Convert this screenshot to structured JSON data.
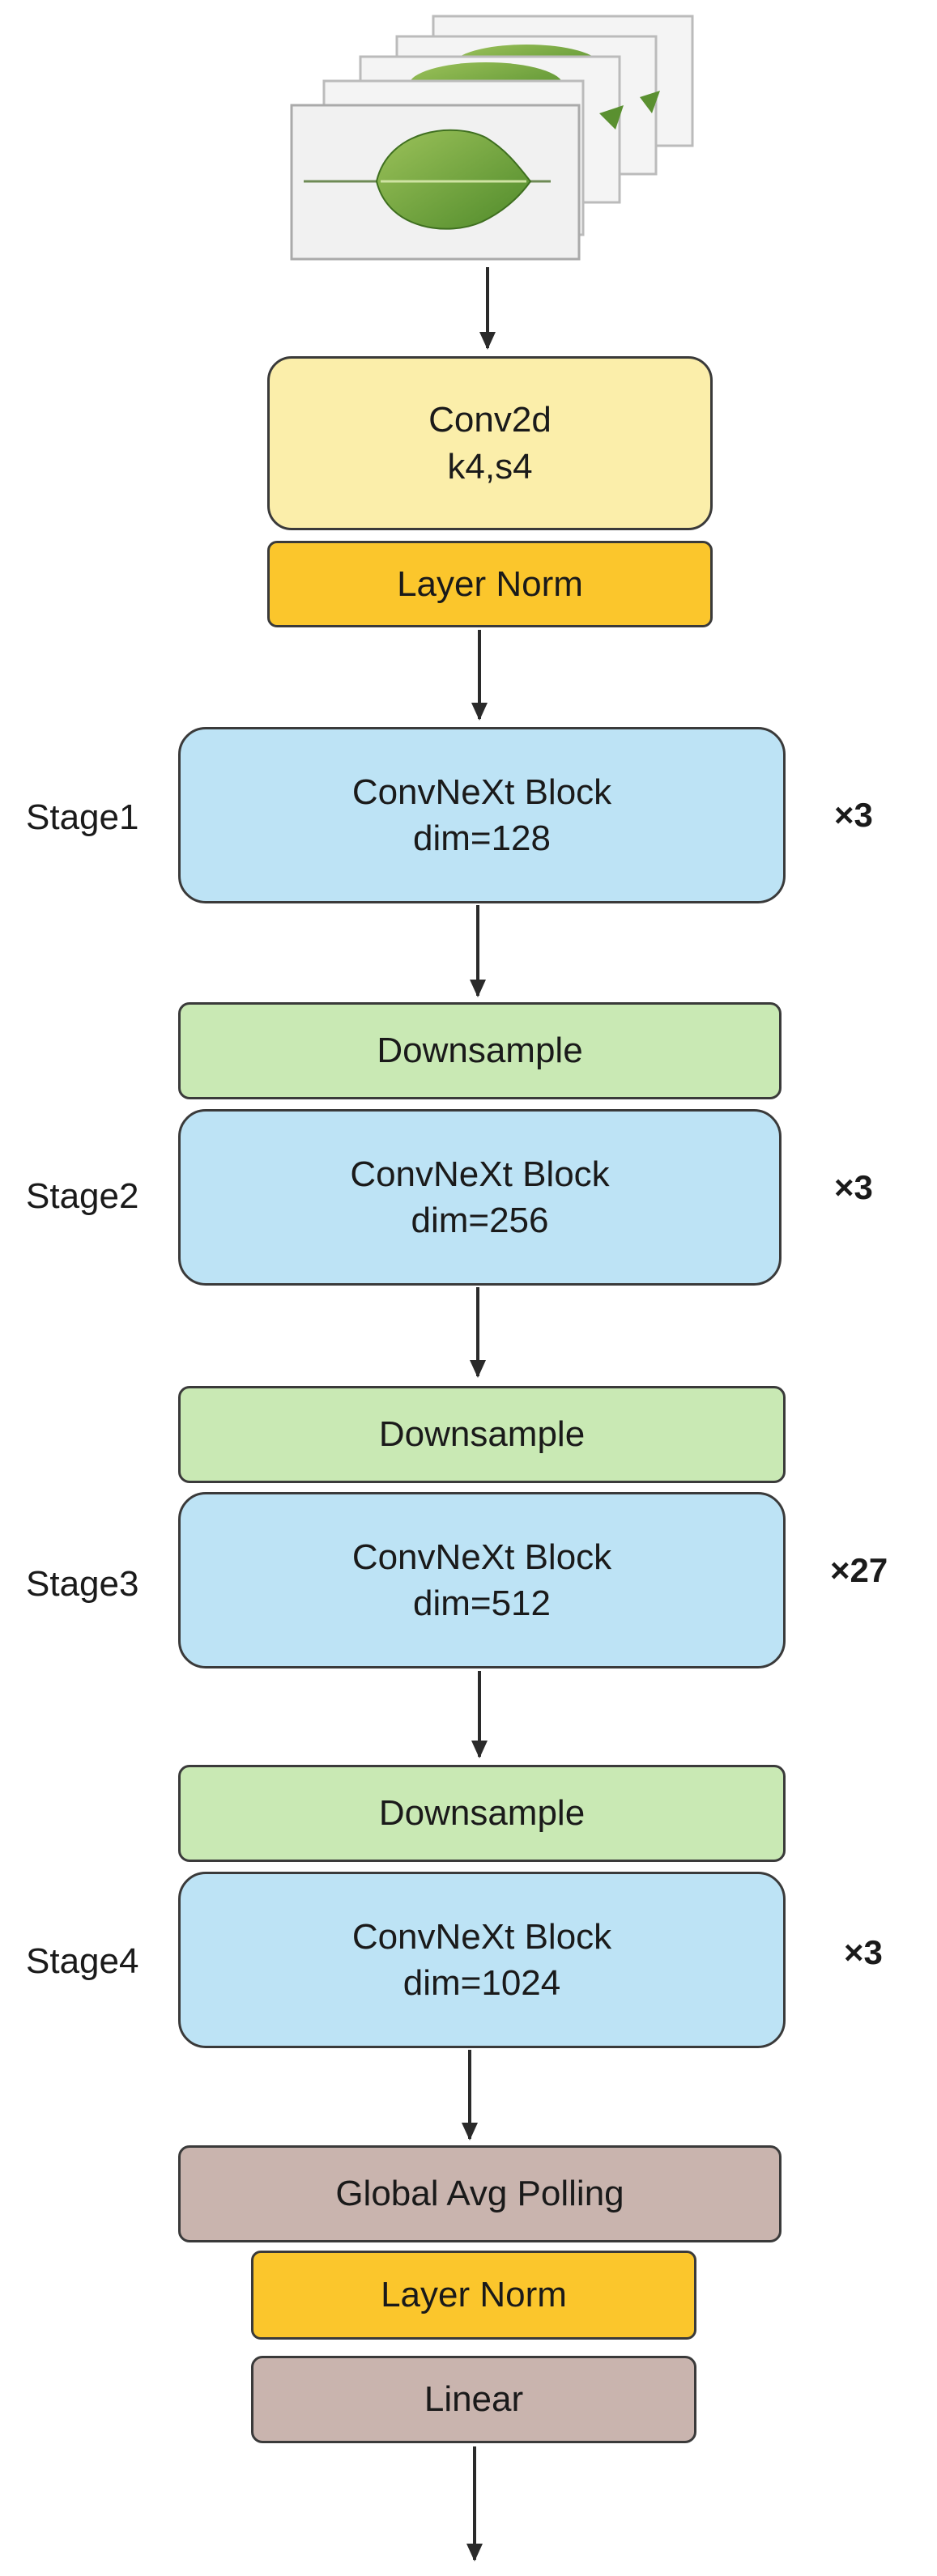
{
  "input": {
    "icon": "leaf-image-stack"
  },
  "stem": {
    "conv_line1": "Conv2d",
    "conv_line2": "k4,s4",
    "norm": "Layer Norm"
  },
  "stages": [
    {
      "label": "Stage1",
      "block": "ConvNeXt Block",
      "dim": "dim=128",
      "repeat": "×3"
    },
    {
      "label": "Stage2",
      "downsample": "Downsample",
      "block": "ConvNeXt Block",
      "dim": "dim=256",
      "repeat": "×3"
    },
    {
      "label": "Stage3",
      "downsample": "Downsample",
      "block": "ConvNeXt Block",
      "dim": "dim=512",
      "repeat": "×27"
    },
    {
      "label": "Stage4",
      "downsample": "Downsample",
      "block": "ConvNeXt Block",
      "dim": "dim=1024",
      "repeat": "×3"
    }
  ],
  "head": {
    "pool": "Global Avg Polling",
    "norm": "Layer Norm",
    "linear": "Linear"
  },
  "colors": {
    "stem_conv": "#fbeeaa",
    "layer_norm": "#fbc62c",
    "convnext_block": "#bde3f5",
    "downsample": "#c9e9b4",
    "head": "#c9b4ae"
  }
}
